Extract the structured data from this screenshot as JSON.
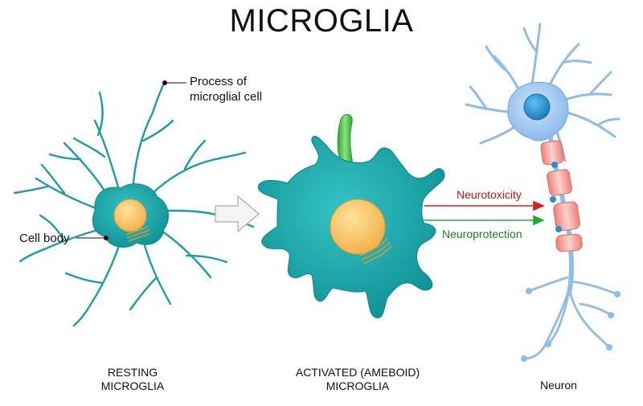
{
  "title": "MICROGLIA",
  "callouts": {
    "process_line1": "Process of",
    "process_line2": "microglial cell",
    "cell_body": "Cell body"
  },
  "captions": {
    "resting_line1": "RESTING",
    "resting_line2": "MICROGLIA",
    "activated_line1": "ACTIVATED (AMEBOID)",
    "activated_line2": "MICROGLIA",
    "neuron": "Neuron"
  },
  "arrows": {
    "neurotoxicity": "Neurotoxicity",
    "neuroprotection": "Neuroprotection"
  },
  "colors": {
    "microglia_fill": "#1aa6a9",
    "microglia_dark": "#0f8a8d",
    "nucleus": "#f7c06a",
    "neuron_fill": "#9cc7f0",
    "neuron_nucleus": "#2a8fd0",
    "myelin": "#f3a9a0",
    "green_body": "#48c24a",
    "neurotoxicity": "#d81f26",
    "neuroprotection": "#27a83a"
  }
}
